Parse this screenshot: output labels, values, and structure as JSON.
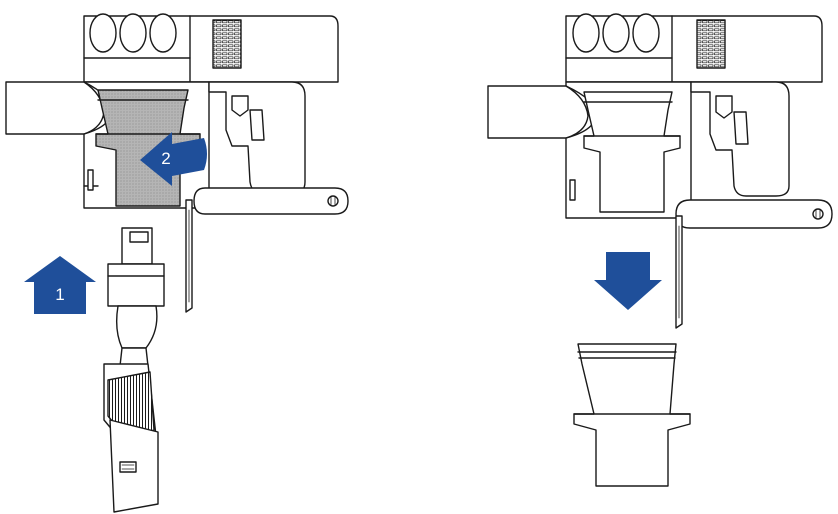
{
  "steps": [
    {
      "number": "1",
      "label": "1"
    },
    {
      "number": "2",
      "label": "2"
    }
  ],
  "colors": {
    "arrow": "#1f4f9a",
    "line": "#1a1a1a",
    "fill": "#ffffff",
    "shade": "#b5b5b5"
  },
  "icons": [
    "vacuum-body-icon",
    "tool-icon",
    "adapter-icon",
    "arrow-up-icon",
    "arrow-left-curved-icon",
    "arrow-down-icon"
  ]
}
